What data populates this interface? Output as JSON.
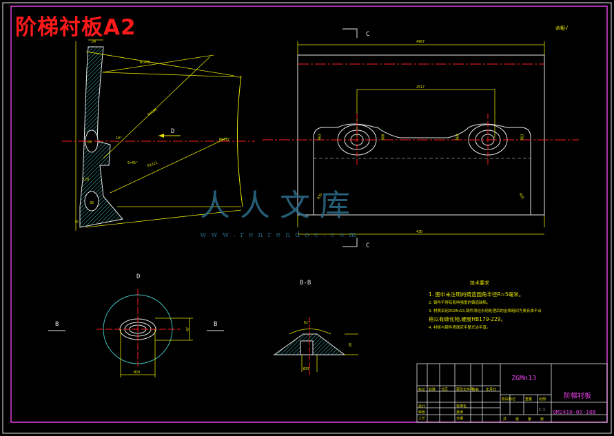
{
  "drawing_title": "阶梯衬板A2",
  "part_name": "阶梯衬板",
  "material": "ZGMn13",
  "drawing_number": "QM2410-03-108",
  "roughness_note": "余粗√",
  "scale": "1:1",
  "section_labels": {
    "section_c": "C",
    "view_d": "D",
    "section_bb": "B-B",
    "b_left": "B",
    "b_right": "B"
  },
  "dimensions": {
    "left_top": "24",
    "left_r1": "Ø1450",
    "left_r2": "R1696",
    "left_r3": "R1311",
    "left_r4": "Ø4722",
    "left_m1": "60",
    "left_m2": "10°",
    "left_m3": "5×45°",
    "left_m4": "120",
    "left_m5": "36",
    "left_m6": "15",
    "front_width": "4967",
    "front_hole_spacing": "2517",
    "front_bottom": "430",
    "front_r_left": "R63",
    "front_r_mid1": "R60",
    "front_r_mid2": "R60",
    "front_r_right": "R63",
    "front_r_corner1": "R35",
    "front_r_corner2": "R35",
    "view_d_width": "Ø29",
    "view_d_height": "47",
    "bb_angle": "61°",
    "bb_depth": "Ø39",
    "bb_height": "20"
  },
  "technical_requirements": {
    "heading": "技术要求",
    "items": [
      "1. 图中未注明的铸造圆角半径R=5毫米。",
      "2. 铸件不得有影响强度的铸造缺陷。",
      "3. 材质采用ZGMn13,铸件须经水韧处理后的金相组织为奥氏体不合",
      "  格以有碳化物,硬度HB179-229。",
      "4. 衬板与铸件表面应平整光洁平直。"
    ]
  },
  "title_block": {
    "row_labels": [
      "标记",
      "处数",
      "分区",
      "更改文件号",
      "签名",
      "年月日"
    ],
    "col_labels": [
      "设计",
      "标准化",
      "阶段标记",
      "重量",
      "比例"
    ],
    "left_rows": [
      "设计",
      "审核",
      "工艺"
    ],
    "left_right_rows": [
      "标准化",
      "批准",
      "日期"
    ],
    "bottom_row": [
      "共",
      "张",
      "第",
      "张"
    ]
  },
  "watermark": {
    "text": "人人文库",
    "url": "www.renrendoc.com"
  },
  "colors": {
    "background": "#000000",
    "border": "#e040e0",
    "outline": "#e8e8e8",
    "dimension": "#e6e600",
    "centerline": "#ff2020",
    "hatch": "#40c0c0",
    "title": "#ff1a1a"
  }
}
